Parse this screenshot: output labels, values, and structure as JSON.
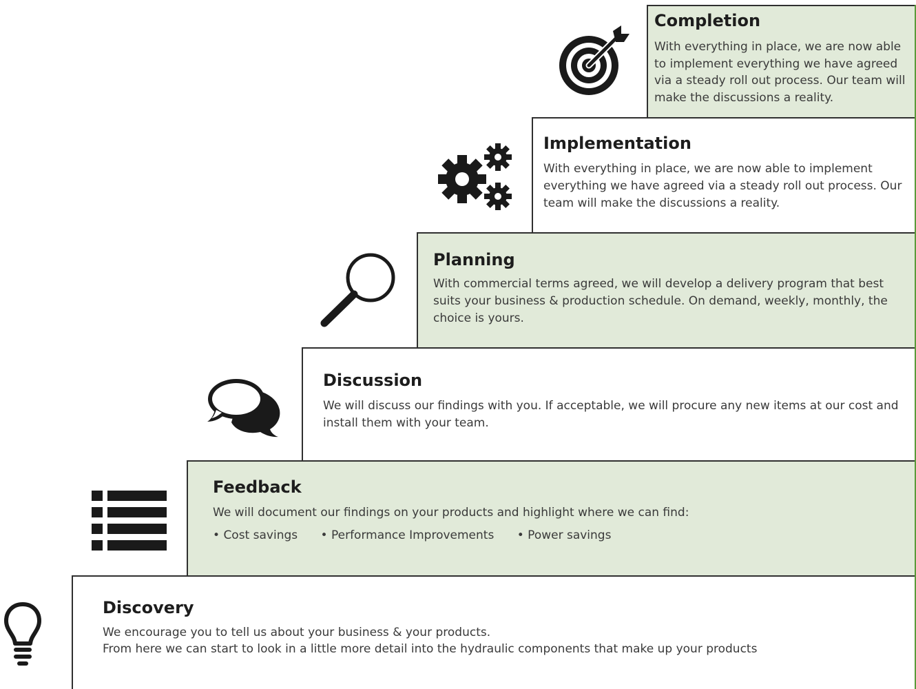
{
  "steps": [
    {
      "id": "completion",
      "title": "Completion",
      "text": "With everything in place, we are now able to implement everything we have agreed via a steady roll out process. Our team will make the discussions a reality.",
      "icon": "target-icon"
    },
    {
      "id": "implementation",
      "title": "Implementation",
      "text": "With everything in place, we are now able to implement everything we have agreed via a steady roll out process. Our team will make the discussions a reality.",
      "icon": "gears-icon"
    },
    {
      "id": "planning",
      "title": "Planning",
      "text": "With commercial terms agreed, we will develop a delivery program that best suits your business & production schedule. On demand, weekly, monthly, the choice is yours.",
      "icon": "magnifier-icon"
    },
    {
      "id": "discussion",
      "title": "Discussion",
      "text": "We will discuss our findings with you. If acceptable, we will procure any new items at our cost and install them with your team.",
      "icon": "chat-bubbles-icon"
    },
    {
      "id": "feedback",
      "title": "Feedback",
      "text": "We will document our findings on your products and highlight where we can find:",
      "bullets": [
        "Cost savings",
        "Performance Improvements",
        "Power savings"
      ],
      "icon": "list-icon"
    },
    {
      "id": "discovery",
      "title": "Discovery",
      "text_lines": [
        "We encourage you to tell us about your business & your products.",
        "From here we can start to look in a little more detail into the hydraulic components that make up your products"
      ],
      "icon": "lightbulb-icon"
    }
  ],
  "colors": {
    "green_fill": "#e1ead9",
    "green_border": "#5a9a3a",
    "stair_line": "#2f2f2f",
    "icon": "#1a1a1a"
  }
}
